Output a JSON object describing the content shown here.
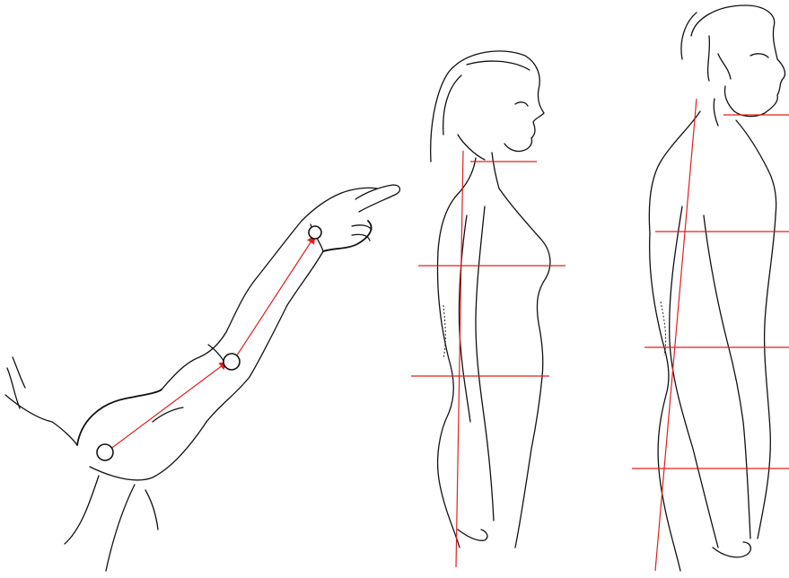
{
  "figures": [
    {
      "name": "arm-pointing",
      "description_icon": "arm-icon"
    },
    {
      "name": "female-profile",
      "description_icon": "female-figure-icon"
    },
    {
      "name": "male-profile",
      "description_icon": "male-figure-icon"
    }
  ],
  "colors": {
    "background": "#ffffff",
    "line_art": "#111111",
    "reference_lines": "#e0201f"
  }
}
